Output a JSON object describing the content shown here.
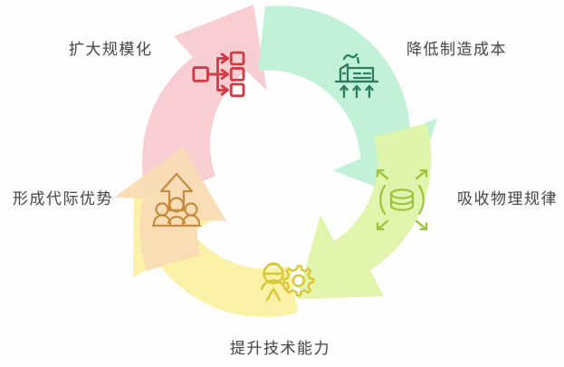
{
  "diagram": {
    "type": "circular-cycle",
    "title": "",
    "background_color": "#fefefe",
    "center_color": "#ffffff",
    "segments": [
      {
        "id": "expand-scale",
        "label": "扩大规模化",
        "label_position": "top-left",
        "fill_color": "#F8CCD2",
        "icon_color": "#CE3C46",
        "icon_name": "distribute-nodes-icon",
        "order": 1
      },
      {
        "id": "reduce-manufacturing-cost",
        "label": "降低制造成本",
        "label_position": "top-right",
        "fill_color": "#BFF2D6",
        "icon_color": "#2E7D62",
        "icon_name": "factory-arrows-icon",
        "order": 2
      },
      {
        "id": "absorb-physical-laws",
        "label": "吸收物理规律",
        "label_position": "right",
        "fill_color": "#E0F5A9",
        "icon_color": "#9CC33B",
        "icon_name": "database-expand-icon",
        "order": 3
      },
      {
        "id": "improve-technical-capability",
        "label": "提升技术能力",
        "label_position": "bottom",
        "fill_color": "#FBF2A4",
        "icon_color": "#D9C83A",
        "icon_name": "worker-gear-icon",
        "order": 4
      },
      {
        "id": "form-generational-advantage",
        "label": "形成代际优势",
        "label_position": "left",
        "fill_color": "#F9DCB5",
        "icon_color": "#C58B3E",
        "icon_name": "people-growth-arrow-icon",
        "order": 5
      }
    ],
    "label_text_color": "#4a4a4a"
  }
}
